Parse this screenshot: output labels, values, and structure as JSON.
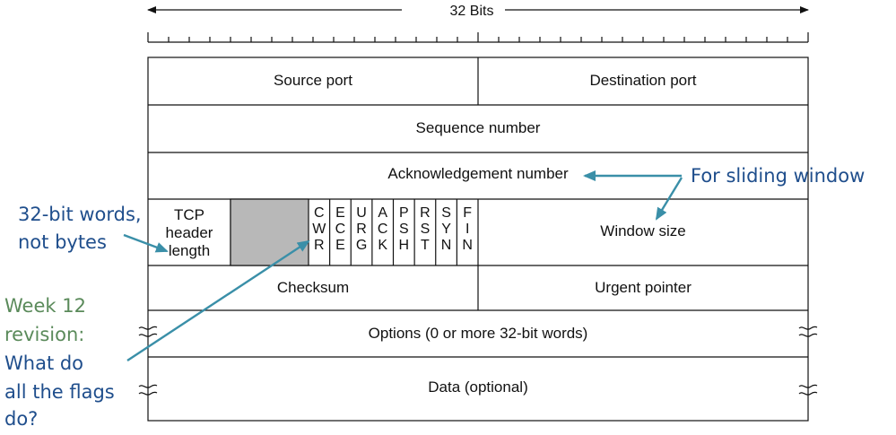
{
  "header": {
    "width_label": "32 Bits"
  },
  "fields": {
    "source_port": "Source port",
    "destination_port": "Destination port",
    "sequence_number": "Sequence number",
    "acknowledgement_number": "Acknowledgement number",
    "tcp_header_length": [
      "TCP",
      "header",
      "length"
    ],
    "flags": [
      [
        "C",
        "W",
        "R"
      ],
      [
        "E",
        "C",
        "E"
      ],
      [
        "U",
        "R",
        "G"
      ],
      [
        "A",
        "C",
        "K"
      ],
      [
        "P",
        "S",
        "H"
      ],
      [
        "R",
        "S",
        "T"
      ],
      [
        "S",
        "Y",
        "N"
      ],
      [
        "F",
        "I",
        "N"
      ]
    ],
    "window_size": "Window size",
    "checksum": "Checksum",
    "urgent_pointer": "Urgent pointer",
    "options": "Options (0 or more 32-bit words)",
    "data": "Data (optional)"
  },
  "annotations": {
    "sliding_window": "For sliding window",
    "words_note": [
      "32-bit words,",
      "not bytes"
    ],
    "week_revision": [
      "Week 12",
      "revision:"
    ],
    "flags_question": [
      "What do",
      "all the flags",
      "do?"
    ]
  },
  "colors": {
    "reserved_fill": "#b8b8b8",
    "note_blue": "#1f4e8c",
    "note_green": "#5a8a5a",
    "arrow_teal": "#3a8fa8"
  }
}
